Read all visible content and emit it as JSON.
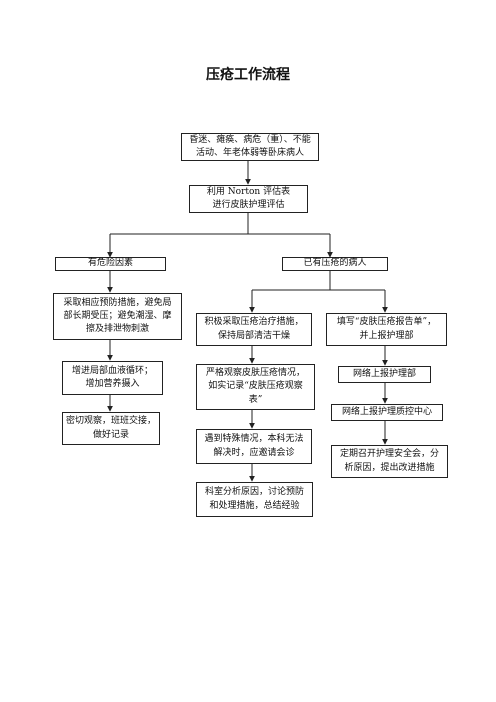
{
  "title": "压疮工作流程",
  "nodes": {
    "start": "昏迷、瘫痪、病危（重）、不能\n活动、年老体弱等卧床病人",
    "norton": "利用 Norton 评估表\n进行皮肤护理评估",
    "risk": "有危险因素",
    "existing": "已有压疮的病人",
    "prevent": "采取相应预防措施，避免局\n部长期受压；避免潮湿、摩\n擦及排泄物刺激",
    "circulation": "增进局部血液循环；\n增加营养摄入",
    "observe_handover": "密切观察，班班交接，\n做好记录",
    "treat": "积极采取压疮治疗措施，\n保持局部清洁干燥",
    "observe_record": "严格观察皮肤压疮情况，\n如实记录“皮肤压疮观察\n表”",
    "special": "遇到特殊情况，本科无法\n解决时，应邀请会诊",
    "dept_analysis": "科室分析原因，讨论预防\n和处理措施，总结经验",
    "report_form": "填写“皮肤压疮报告单”，\n并上报护理部",
    "online_nursing": "网络上报护理部",
    "online_quality": "网络上报护理质控中心",
    "safety_meeting": "定期召开护理安全会，分\n析原因，提出改进措施"
  }
}
